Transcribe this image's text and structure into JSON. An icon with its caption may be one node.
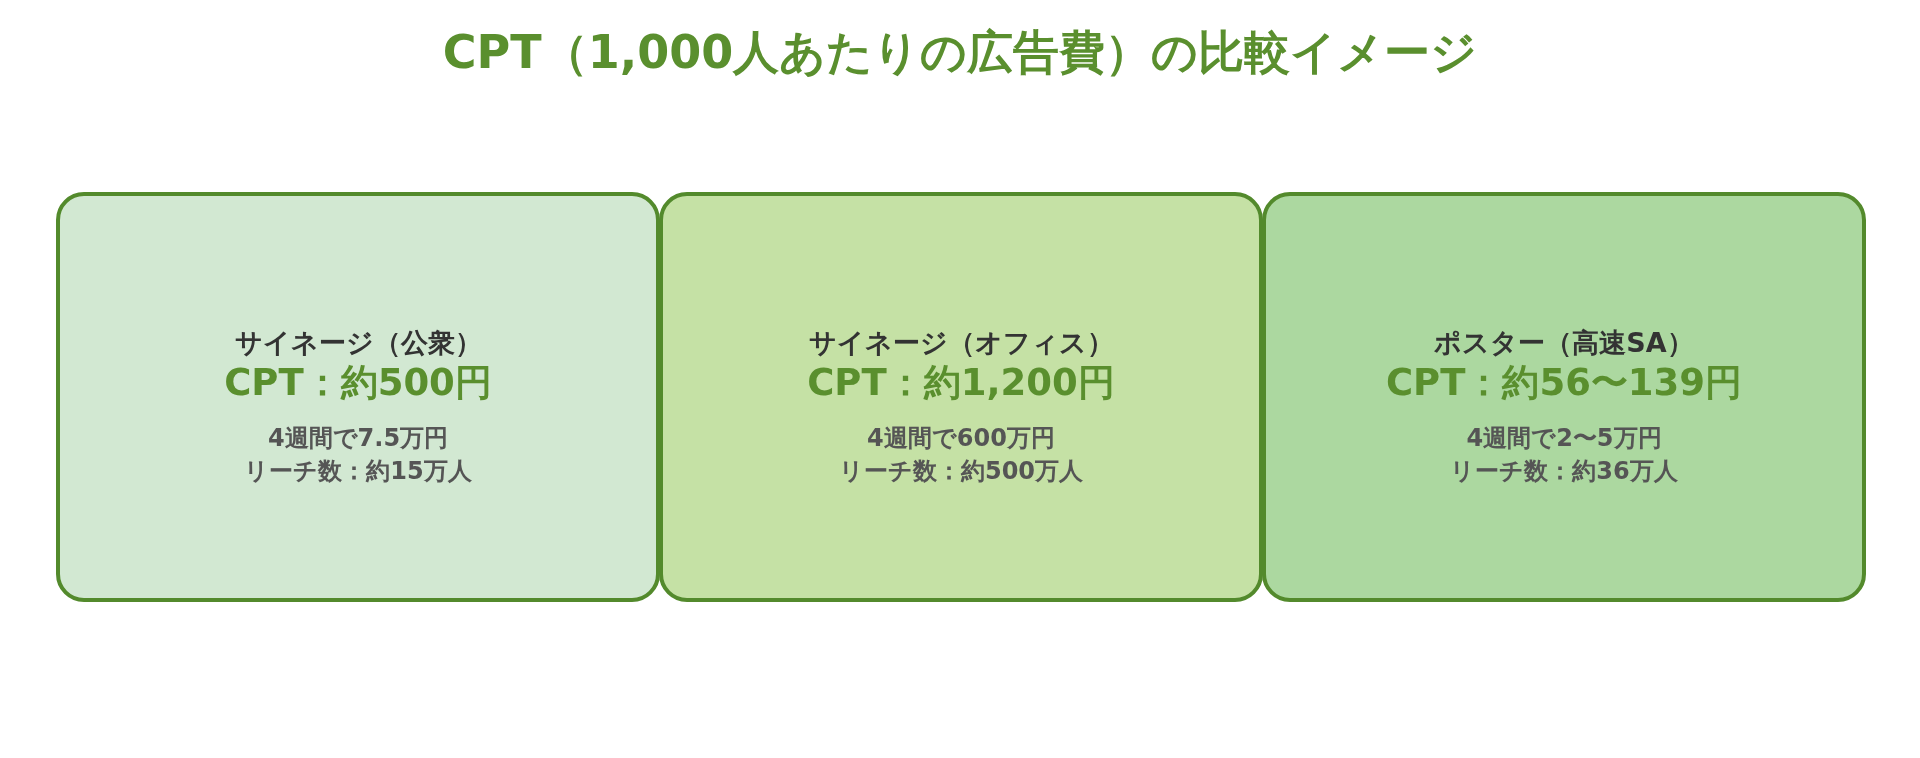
{
  "diagram": {
    "title": "CPT（1,000人あたりの広告費）の比較イメージ",
    "nodes": [
      {
        "text": [
          "サイネージ（公衆）",
          "CPT：約500円",
          "4週間で7.5万円",
          "リーチ数：約15万人"
        ]
      },
      {
        "text": [
          "サイネージ（オフィス）",
          "CPT：約1,200円",
          "4週間で600万円",
          "リーチ数：約500万人"
        ]
      },
      {
        "text": [
          "ポスター（高速SA）",
          "CPT：約56〜139円",
          "4週間で2〜5万円",
          "リーチ数：約36万人"
        ]
      }
    ]
  }
}
